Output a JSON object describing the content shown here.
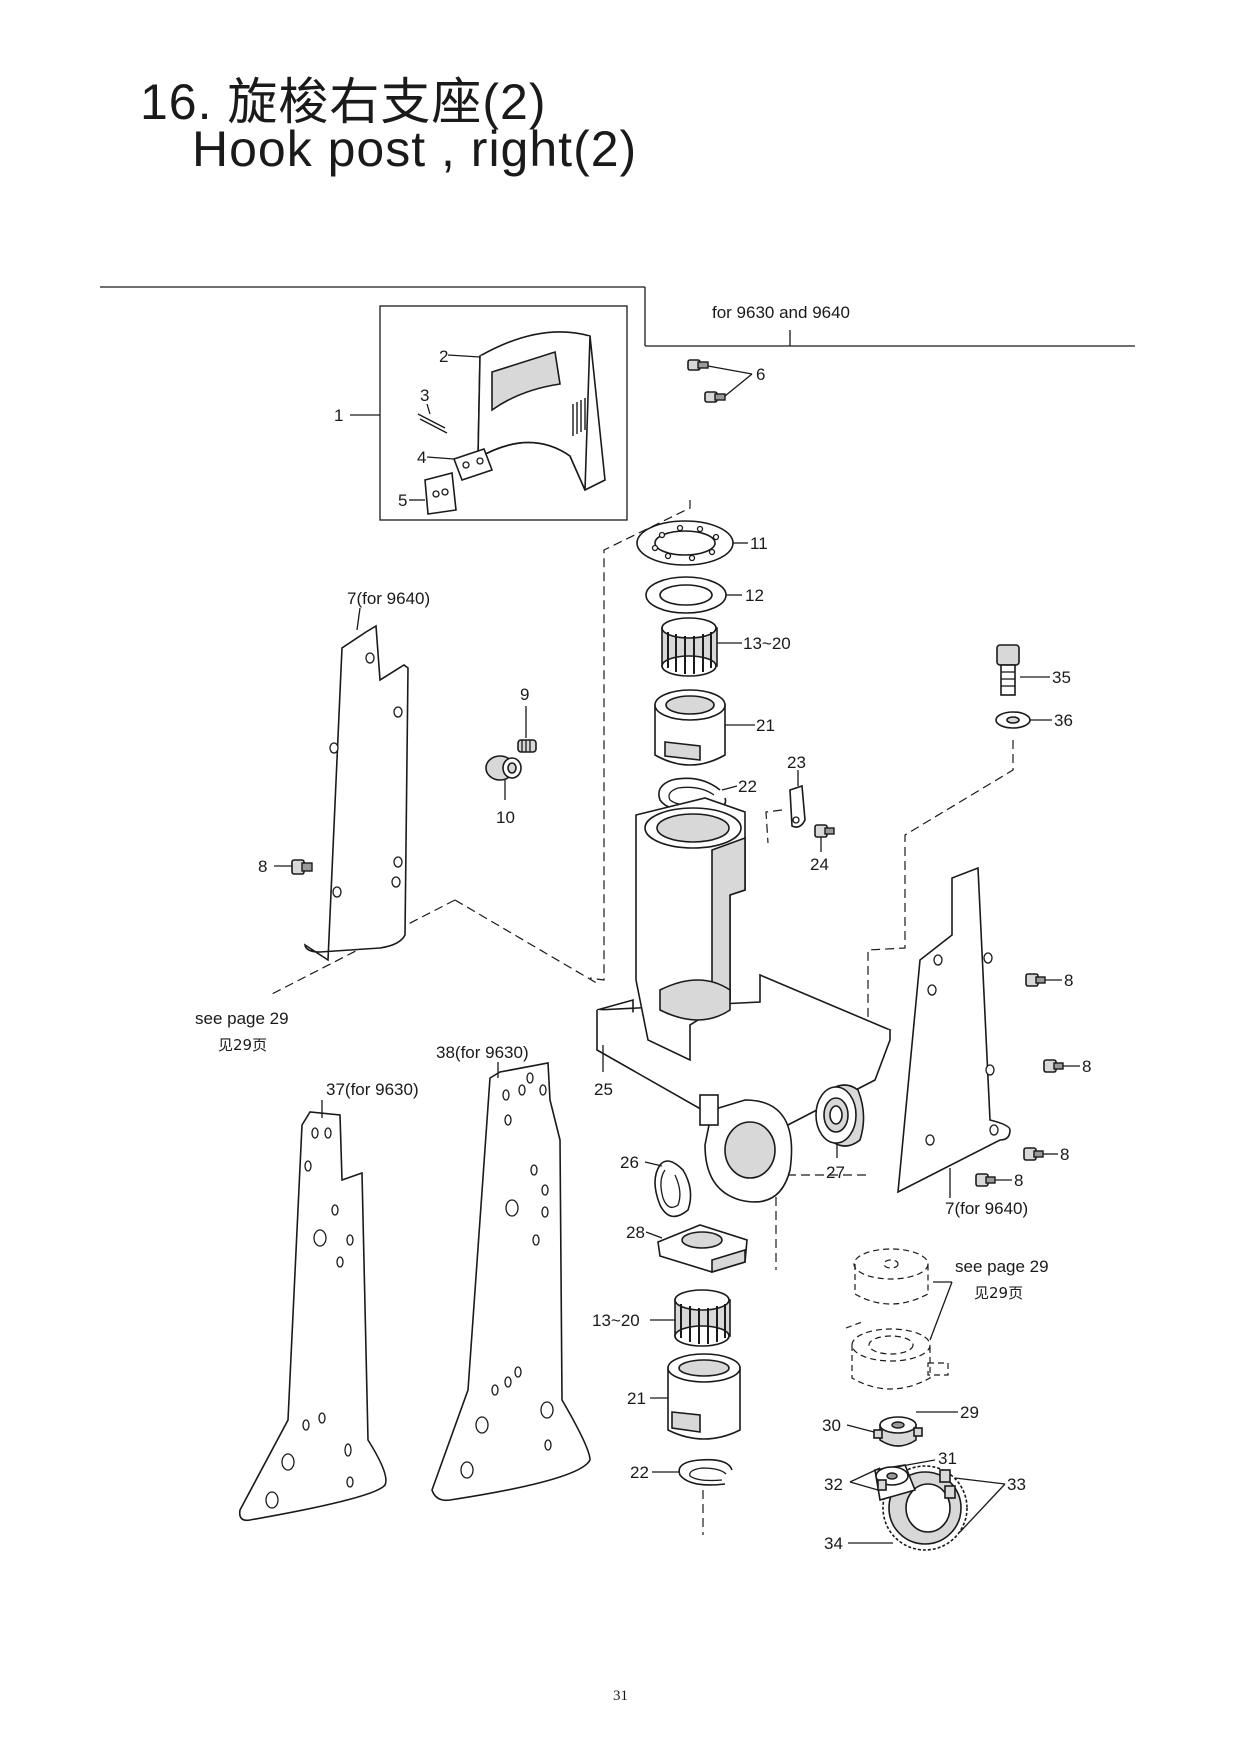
{
  "title": {
    "chinese": "16. 旋梭右支座(2)",
    "english": "Hook post , right(2)"
  },
  "variant_note": "for 9630 and 9640",
  "see_page": {
    "left": {
      "text": "see page 29",
      "cn": "见29页"
    },
    "right": {
      "text": "see page 29",
      "cn": "见29页"
    }
  },
  "callouts": {
    "c1": "1",
    "c2": "2",
    "c3": "3",
    "c4": "4",
    "c5": "5",
    "c6": "6",
    "c7_left": "7(for 9640)",
    "c7_right": "7(for 9640)",
    "c8_left": "8",
    "c8_r1": "8",
    "c8_r2": "8",
    "c8_r3": "8",
    "c8_r4": "8",
    "c9": "9",
    "c10": "10",
    "c11": "11",
    "c12": "12",
    "c13_20_top": "13~20",
    "c13_20_bottom": "13~20",
    "c21_top": "21",
    "c21_bottom": "21",
    "c22_top": "22",
    "c22_bottom": "22",
    "c23": "23",
    "c24": "24",
    "c25": "25",
    "c26": "26",
    "c27": "27",
    "c28": "28",
    "c29": "29",
    "c30": "30",
    "c31": "31",
    "c32": "32",
    "c33": "33",
    "c34": "34",
    "c35": "35",
    "c36": "36",
    "c37": "37(for 9630)",
    "c38": "38(for 9630)"
  },
  "page_number": "31"
}
